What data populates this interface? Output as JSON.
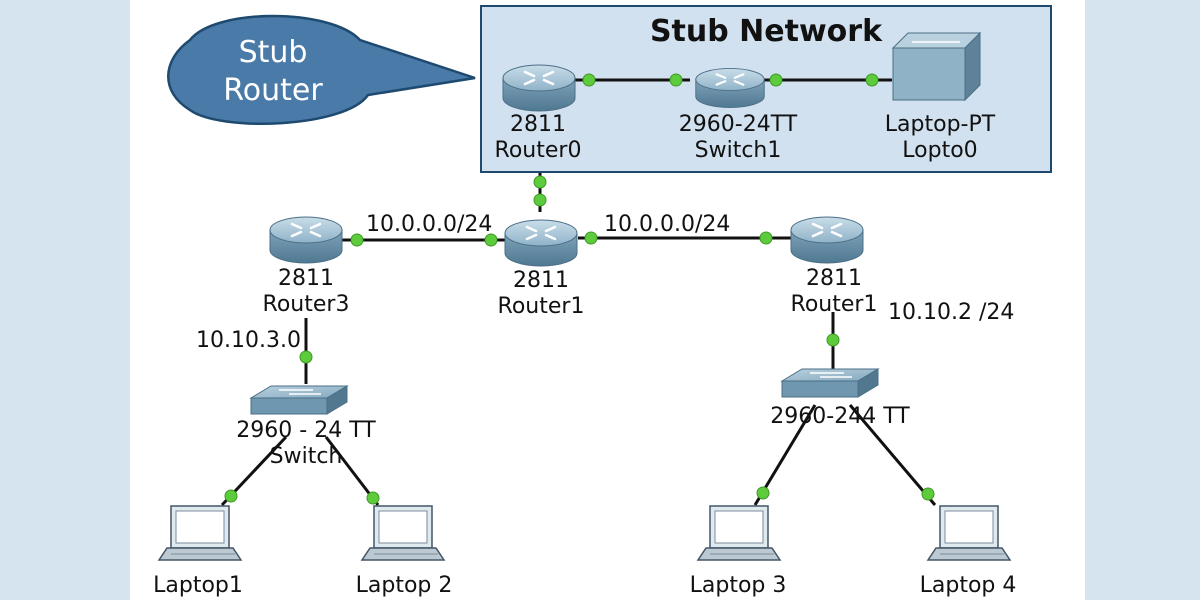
{
  "stub_network": {
    "title": "Stub Network"
  },
  "callout": {
    "line1": "Stub",
    "line2": "Router"
  },
  "devices": {
    "router0": {
      "model": "2811",
      "name": "Router0"
    },
    "switch1": {
      "model": "2960-24TT",
      "name": "Switch1"
    },
    "laptop0": {
      "model": "Laptop-PT",
      "name": "Lopto0"
    },
    "router3": {
      "model": "2811",
      "name": "Router3"
    },
    "router1_center": {
      "model": "2811",
      "name": "Router1"
    },
    "router1_right": {
      "model": "2811",
      "name": "Router1"
    },
    "switch_left": {
      "model": "2960 - 24 TT",
      "name": "Switch"
    },
    "switch_right": {
      "model": "2960-244 TT"
    },
    "laptop1": {
      "name": "Laptop1"
    },
    "laptop2": {
      "name": "Laptop 2"
    },
    "laptop3": {
      "name": "Laptop 3"
    },
    "laptop4": {
      "name": "Laptop 4"
    }
  },
  "networks": {
    "left_link": "10.0.0.0/24",
    "right_link": "10.0.0.0/24",
    "router3_lan": "10.10.3.0",
    "router1_lan": "10.10.2 /24"
  },
  "colors": {
    "link_dot": "#5ecb3c",
    "device_blue": "#7fa7bf",
    "callout_fill": "#4a7aa8",
    "stub_box": "#d2e1ef"
  }
}
